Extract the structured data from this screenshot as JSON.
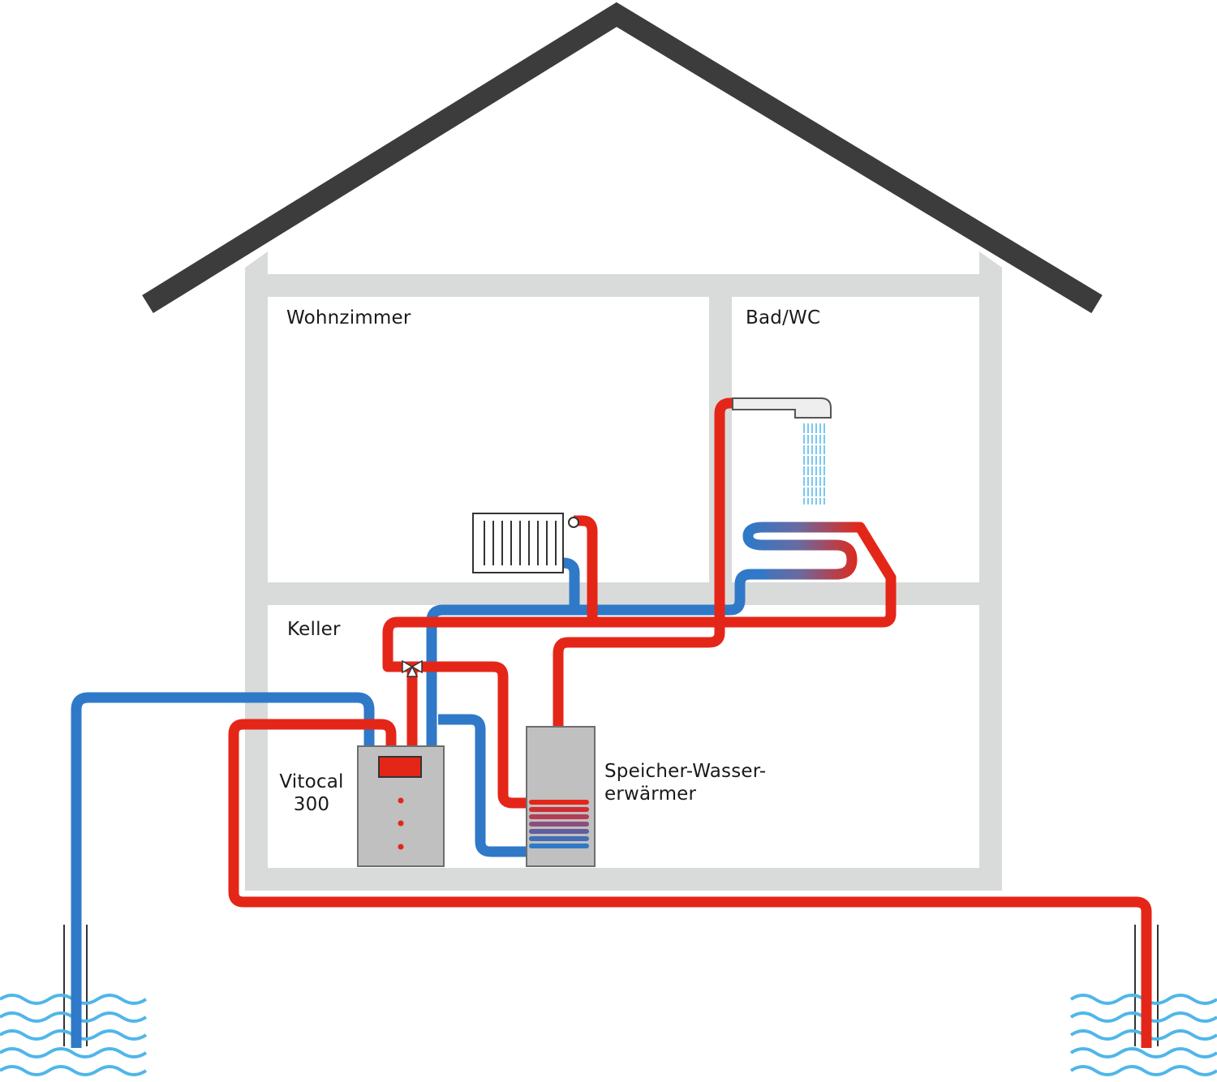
{
  "rooms": {
    "living_room": "Wohnzimmer",
    "bathroom": "Bad/WC",
    "basement": "Keller"
  },
  "heat_pump": {
    "name_line1": "Vitocal",
    "name_line2": "300"
  },
  "water_heater": {
    "name_line1": "Speicher-Wasser-",
    "name_line2": "erwärmer"
  },
  "colors": {
    "roof": "#3c3c3c",
    "walls": "#d9dbda",
    "hot_pipe": "#e42618",
    "cold_pipe": "#2f79c8",
    "groundwater": "#4fb6ea",
    "unit_body": "#bfc0bf",
    "unit_outline": "#6e6e6e"
  },
  "icons": {
    "radiator": "radiator-icon",
    "shower": "shower-icon",
    "underfloor_heating": "underfloor-heating-icon",
    "valve": "three-way-valve-icon",
    "groundwater_left": "groundwater-waves-icon",
    "groundwater_right": "groundwater-waves-icon"
  }
}
